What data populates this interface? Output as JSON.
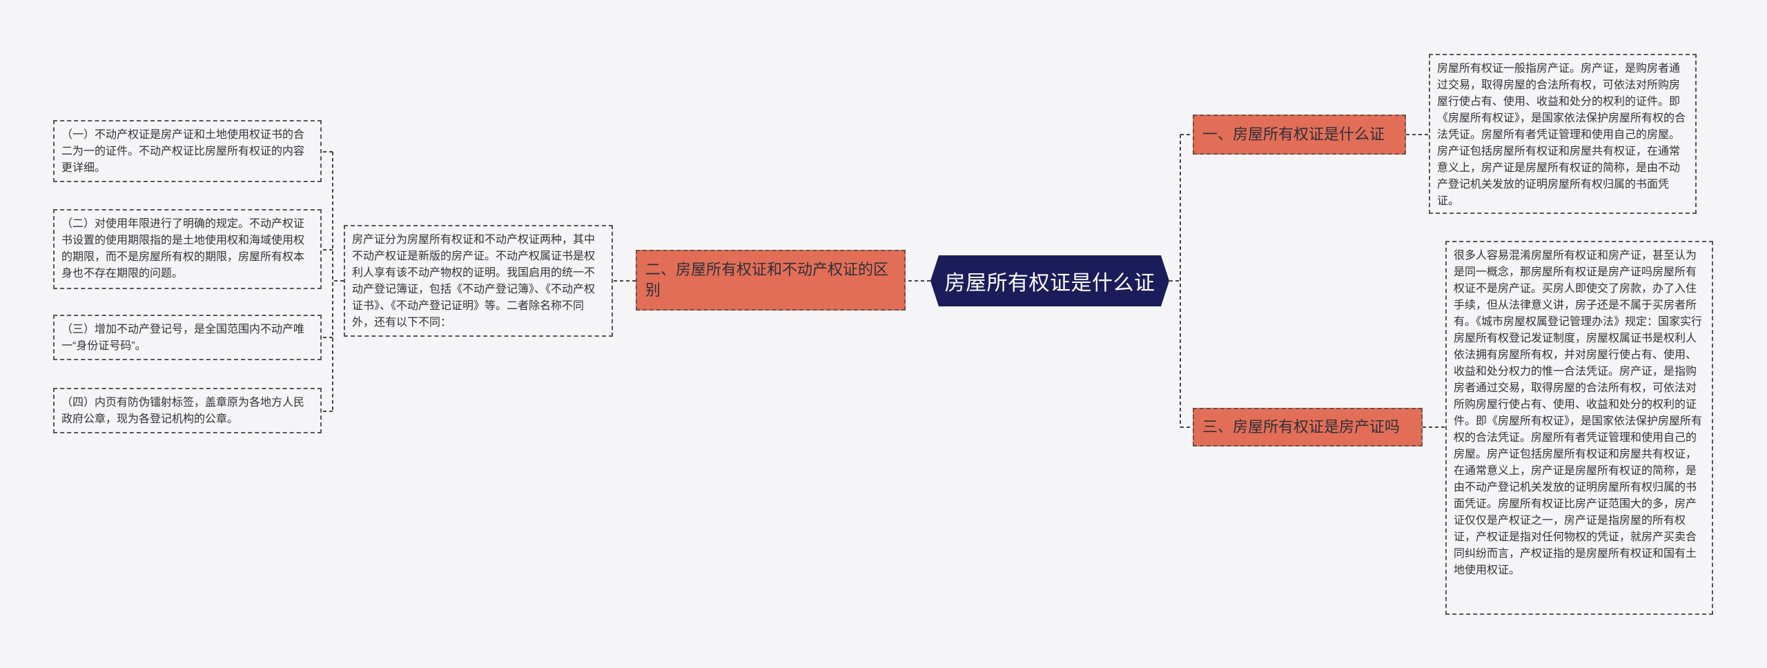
{
  "central": {
    "title": "房屋所有权证是什么证",
    "fill": "#1b1d5a"
  },
  "branches": [
    {
      "label": "一、房屋所有权证是什么证",
      "note": "房屋所有权证一般指房产证。房产证，是购房者通过交易，取得房屋的合法所有权，可依法对所购房屋行使占有、使用、收益和处分的权利的证件。即《房屋所有权证》，是国家依法保护房屋所有权的合法凭证。房屋所有者凭证管理和使用自己的房屋。房产证包括房屋所有权证和房屋共有权证，在通常意义上，房产证是房屋所有权证的简称，是由不动产登记机关发放的证明房屋所有权归属的书面凭证。"
    },
    {
      "label": "二、房屋所有权证和不动产权证的区别",
      "note": "房产证分为房屋所有权证和不动产权证两种，其中不动产权证是新版的房产证。不动产权属证书是权利人享有该不动产物权的证明。我国启用的统一不动产登记簿证，包括《不动产登记簿》、《不动产权证书》、《不动产登记证明》等。二者除名称不同外，还有以下不同：",
      "sub_notes": [
        "（一）不动产权证是房产证和土地使用权证书的合二为一的证件。不动产权证比房屋所有权证的内容更详细。",
        "（二）对使用年限进行了明确的规定。不动产权证书设置的使用期限指的是土地使用权和海域使用权的期限，而不是房屋所有权的期限，房屋所有权本身也不存在期限的问题。",
        "（三）增加不动产登记号，是全国范围内不动产唯一“身份证号码”。",
        "（四）内页有防伪镭射标签，盖章原为各地方人民政府公章，现为各登记机构的公章。"
      ]
    },
    {
      "label": "三、房屋所有权证是房产证吗",
      "note": "很多人容易混淆房屋所有权证和房产证，甚至认为是同一概念，那房屋所有权证是房产证吗房屋所有权证不是房产证。买房人即使交了房款，办了入住手续，但从法律意义讲，房子还是不属于买房者所有。《城市房屋权属登记管理办法》规定：国家实行房屋所有权登记发证制度，房屋权属证书是权利人依法拥有房屋所有权，并对房屋行使占有、使用、收益和处分权力的惟一合法凭证。房产证，是指购房者通过交易，取得房屋的合法所有权，可依法对所购房屋行使占有、使用、收益和处分的权利的证件。即《房屋所有权证》，是国家依法保护房屋所有权的合法凭证。房屋所有者凭证管理和使用自己的房屋。房产证包括房屋所有权证和房屋共有权证，在通常意义上，房产证是房屋所有权证的简称，是由不动产登记机关发放的证明房屋所有权归属的书面凭证。房屋所有权证比房产证范围大的多，房产证仅仅是产权证之一，房产证是指房屋的所有权证，产权证是指对任何物权的凭证，就房产买卖合同纠纷而言，产权证指的是房屋所有权证和国有土地使用权证。"
    }
  ],
  "colors": {
    "branch_fill": "#e26e57",
    "wire": "#44444c",
    "background": "#f5f5f7"
  }
}
